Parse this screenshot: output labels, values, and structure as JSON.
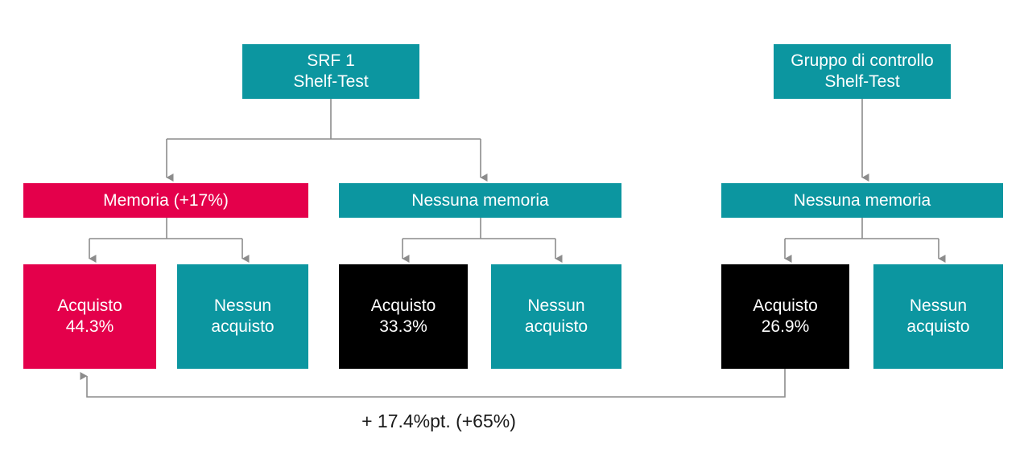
{
  "diagram": {
    "type": "flowchart-tree",
    "title_text": "",
    "colors": {
      "teal": "#0c96a0",
      "crimson": "#e4004b",
      "black": "#000000",
      "connector": "#808080",
      "text_on_fill": "#ffffff",
      "caption_text": "#1a1a1a",
      "background": "#ffffff"
    },
    "groups": [
      {
        "id": "srf1",
        "root_label": "SRF 1\nShelf-Test",
        "branches": [
          {
            "id": "srf1-memoria",
            "label": "Memoria (+17%)",
            "color": "crimson",
            "leaves": [
              {
                "id": "srf1-memoria-acquisto",
                "label": "Acquisto\n44.3%",
                "color": "crimson",
                "value": "44.3%"
              },
              {
                "id": "srf1-memoria-nessun-acquisto",
                "label": "Nessun\nacquisto",
                "color": "teal",
                "value": ""
              }
            ]
          },
          {
            "id": "srf1-nessuna-memoria",
            "label": "Nessuna memoria",
            "color": "teal",
            "leaves": [
              {
                "id": "srf1-nomem-acquisto",
                "label": "Acquisto\n33.3%",
                "color": "black",
                "value": "33.3%"
              },
              {
                "id": "srf1-nomem-nessun-acquisto",
                "label": "Nessun\nacquisto",
                "color": "teal",
                "value": ""
              }
            ]
          }
        ]
      },
      {
        "id": "controllo",
        "root_label": "Gruppo di controllo\nShelf-Test",
        "branches": [
          {
            "id": "controllo-nessuna-memoria",
            "label": "Nessuna memoria",
            "color": "teal",
            "leaves": [
              {
                "id": "controllo-acquisto",
                "label": "Acquisto\n26.9%",
                "color": "black",
                "value": "26.9%"
              },
              {
                "id": "controllo-nessun-acquisto",
                "label": "Nessun\nacquisto",
                "color": "teal",
                "value": ""
              }
            ]
          }
        ]
      }
    ],
    "comparison": {
      "caption": "+ 17.4%pt. (+65%)",
      "from": "controllo-acquisto",
      "to": "srf1-memoria-acquisto"
    }
  }
}
